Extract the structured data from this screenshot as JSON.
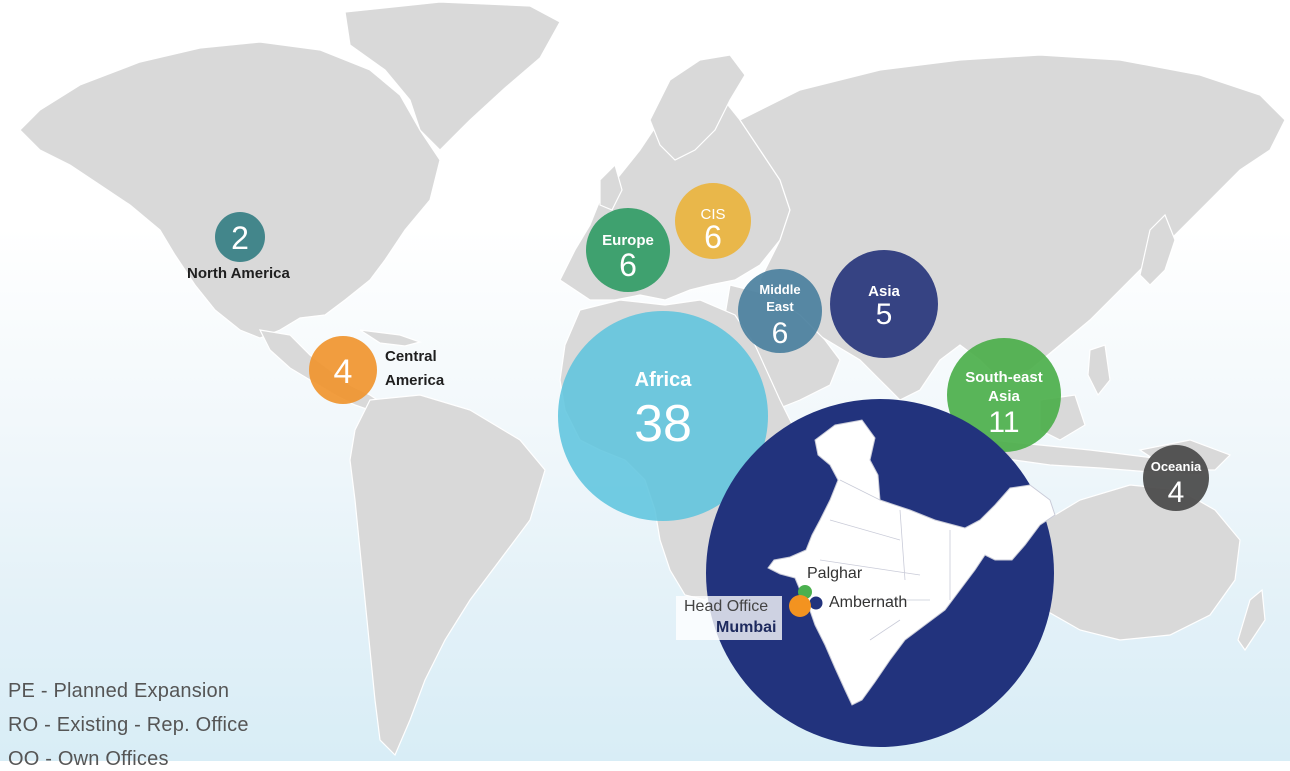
{
  "regions": [
    {
      "key": "north_america",
      "label": "North America",
      "count": "2",
      "color": "#3b8287"
    },
    {
      "key": "central_america",
      "label_line1": "Central",
      "label_line2": "America",
      "count": "4",
      "color": "#f0952f"
    },
    {
      "key": "europe",
      "label": "Europe",
      "count": "6",
      "color": "#2e9a63"
    },
    {
      "key": "cis",
      "label": "CIS",
      "count": "6",
      "color": "#eab33a"
    },
    {
      "key": "middle_east",
      "label_line1": "Middle",
      "label_line2": "East",
      "count": "6",
      "color": "#477d9c"
    },
    {
      "key": "asia",
      "label": "Asia",
      "count": "5",
      "color": "#2d3b7e"
    },
    {
      "key": "africa",
      "label": "Africa",
      "count": "38",
      "color": "#5bc3dd"
    },
    {
      "key": "south_east_asia",
      "label_line1": "South-east",
      "label_line2": "Asia",
      "count": "11",
      "color": "#48ad47"
    },
    {
      "key": "oceania",
      "label": "Oceania",
      "count": "4",
      "color": "#4d4d4d"
    }
  ],
  "india": {
    "circle_color": "#22337d",
    "locations": [
      {
        "name": "Palghar",
        "color": "#4bb04e"
      },
      {
        "name": "Ambernath",
        "color": "#22337d"
      },
      {
        "name_line1": "Head Office",
        "name_line2": "Mumbai",
        "color": "#f39320"
      }
    ]
  },
  "legend": [
    "PE - Planned Expansion",
    "RO - Existing - Rep. Office",
    "OO - Own Offices"
  ]
}
